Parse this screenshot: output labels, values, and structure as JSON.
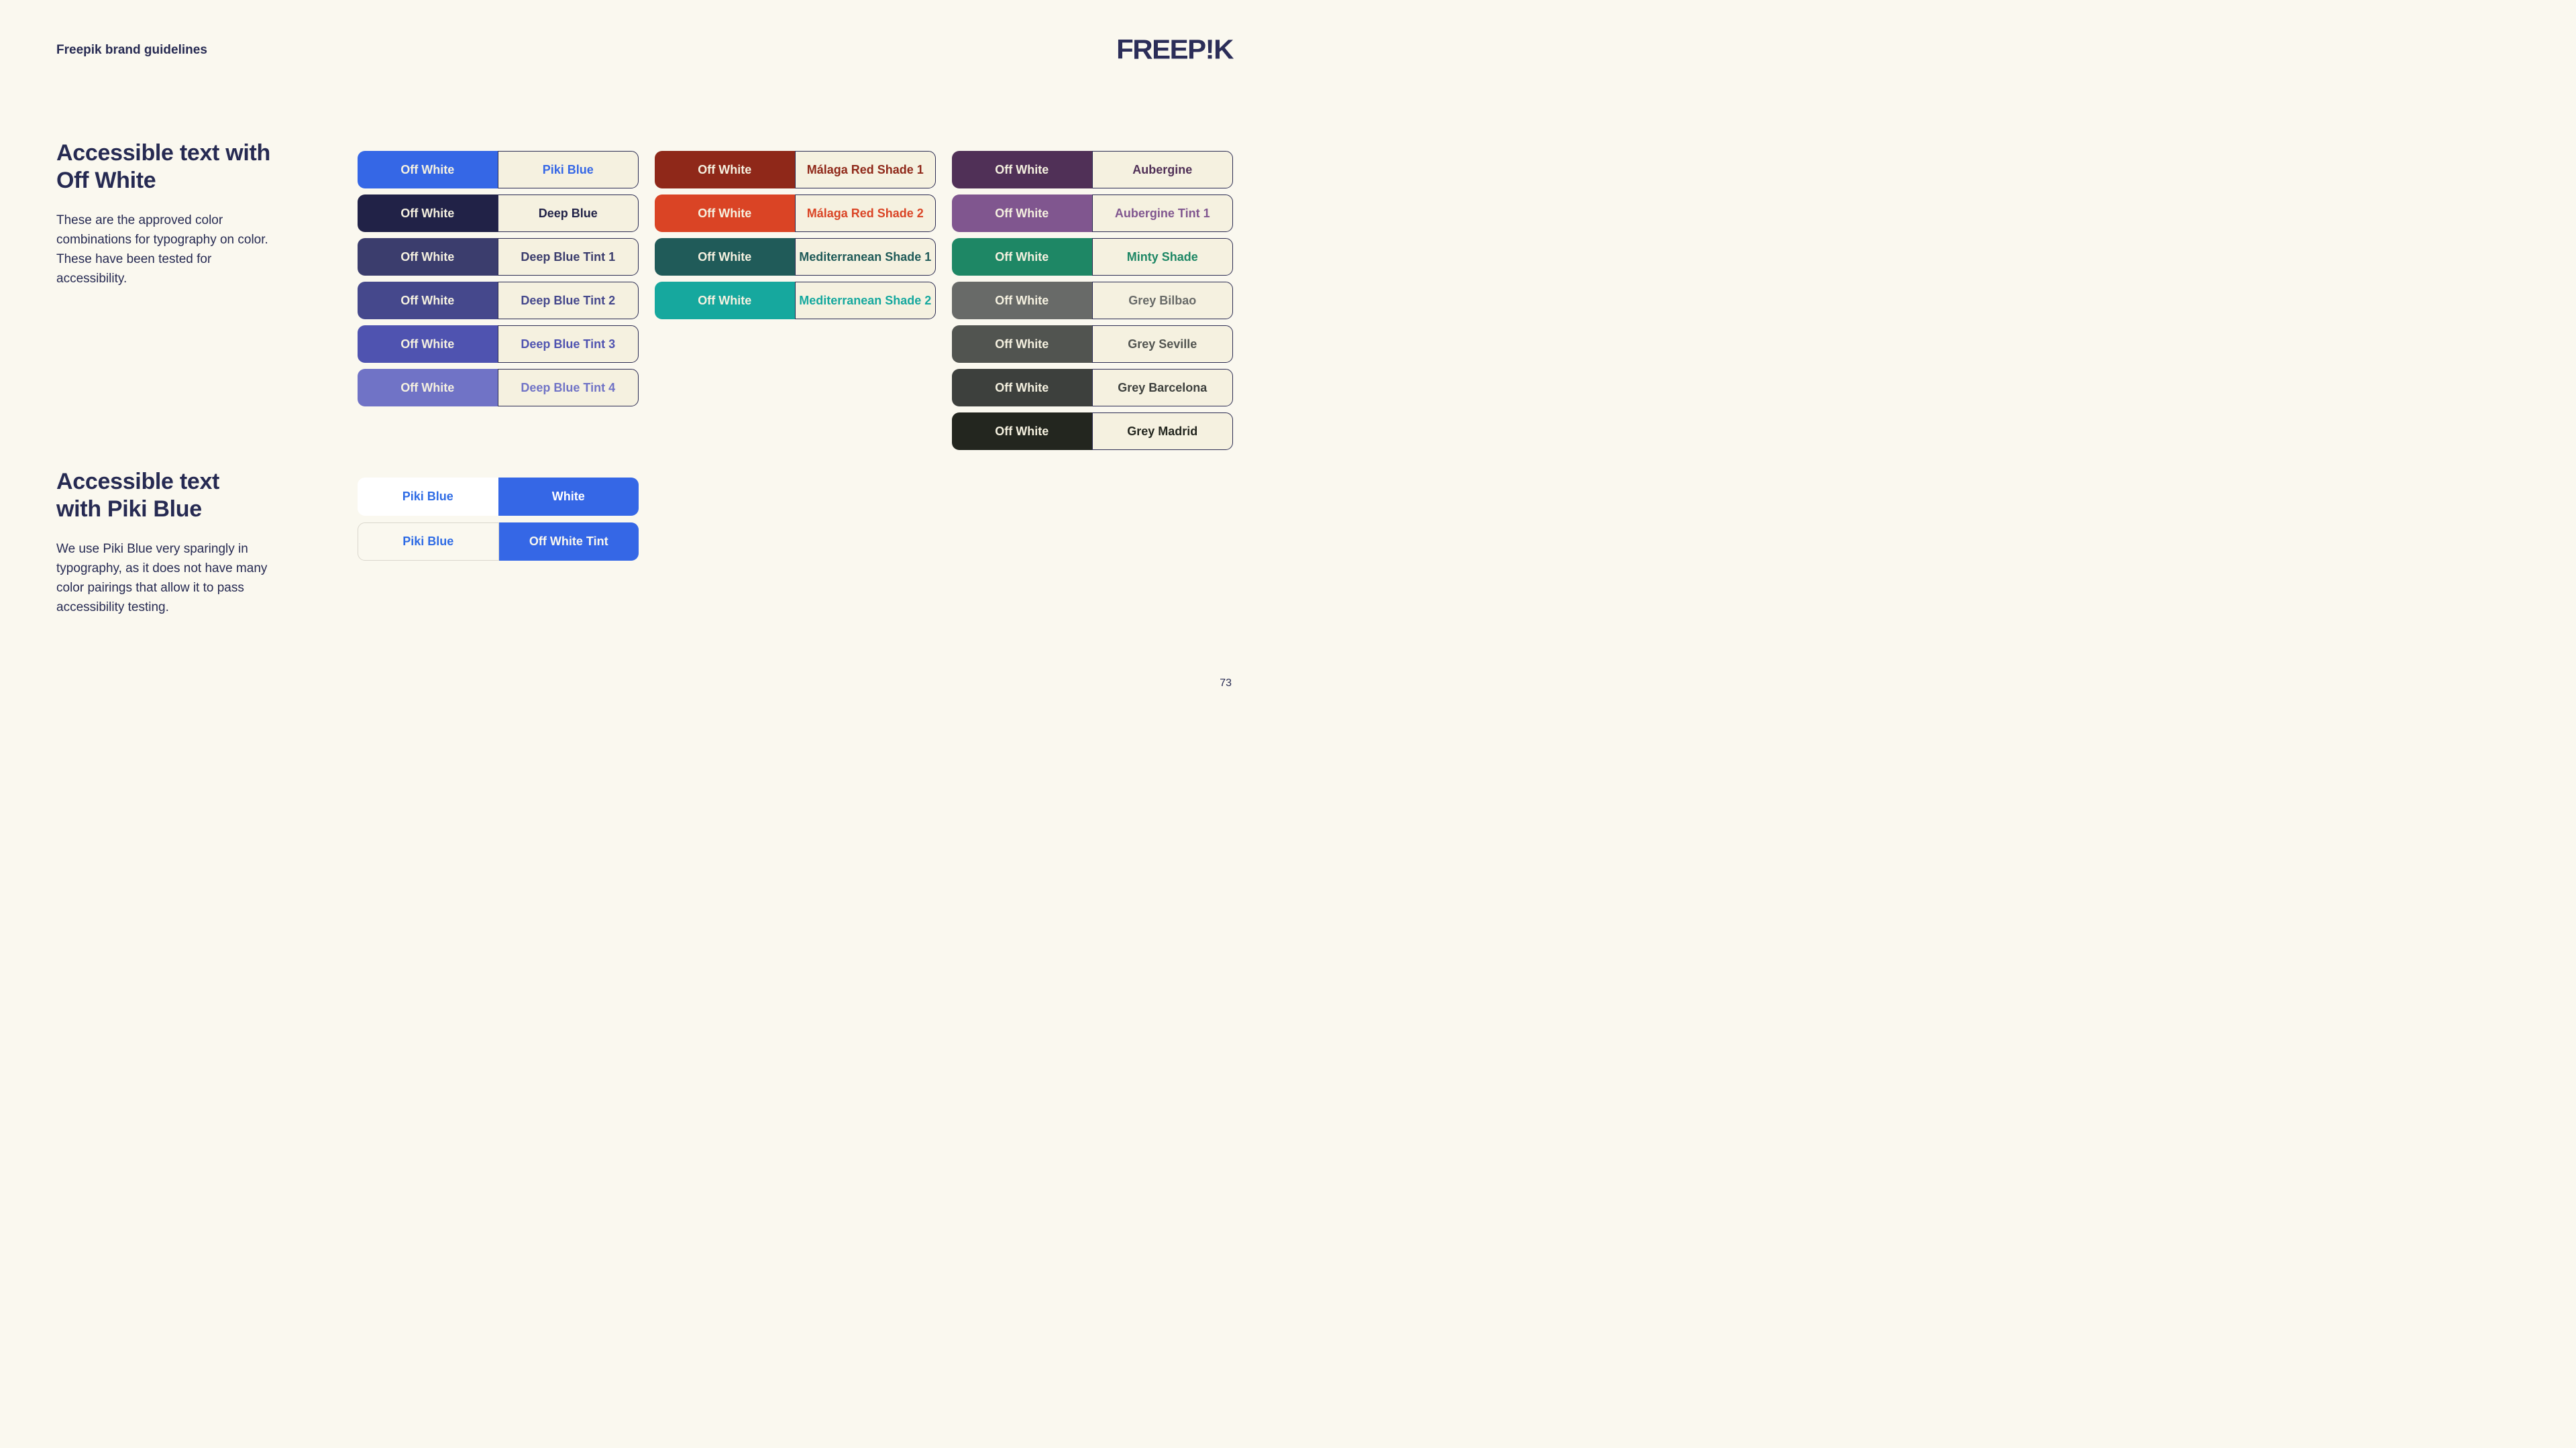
{
  "page": {
    "background": "#FAF8EF",
    "header_title": "Freepik brand guidelines",
    "logo_text": "FREEP!K",
    "page_number": "73"
  },
  "colors": {
    "off_white": "#F5F1E0",
    "off_white_tint": "#FAF8EF",
    "white": "#FFFFFF",
    "piki_blue": "#3567E6",
    "deep_blue": "#212247",
    "navy_border": "#2B2B52",
    "light_border": "#DAD7CD"
  },
  "sections": [
    {
      "heading": "Accessible text with\nOff White",
      "body": "These are the approved color combinations for typography on color. These have been tested for accessibility.",
      "columns": [
        [
          {
            "name": "piki-blue",
            "left_label": "Off White",
            "left_bg": "#3567E6",
            "left_fg": "#F5F1E0",
            "right_label": "Piki Blue",
            "right_bg": "#F5F1E0",
            "right_fg": "#3567E6",
            "right_border": "#2B2B52"
          },
          {
            "name": "deep-blue",
            "left_label": "Off White",
            "left_bg": "#212247",
            "left_fg": "#F5F1E0",
            "right_label": "Deep Blue",
            "right_bg": "#F5F1E0",
            "right_fg": "#212247",
            "right_border": "#2B2B52"
          },
          {
            "name": "deep-blue-tint-1",
            "left_label": "Off White",
            "left_bg": "#3B3D6D",
            "left_fg": "#F5F1E0",
            "right_label": "Deep Blue Tint 1",
            "right_bg": "#F5F1E0",
            "right_fg": "#3B3D6D",
            "right_border": "#2B2B52"
          },
          {
            "name": "deep-blue-tint-2",
            "left_label": "Off White",
            "left_bg": "#45488C",
            "left_fg": "#F5F1E0",
            "right_label": "Deep Blue Tint 2",
            "right_bg": "#F5F1E0",
            "right_fg": "#45488C",
            "right_border": "#2B2B52"
          },
          {
            "name": "deep-blue-tint-3",
            "left_label": "Off White",
            "left_bg": "#4F53B0",
            "left_fg": "#F5F1E0",
            "right_label": "Deep Blue Tint 3",
            "right_bg": "#F5F1E0",
            "right_fg": "#4F53B0",
            "right_border": "#2B2B52"
          },
          {
            "name": "deep-blue-tint-4",
            "left_label": "Off White",
            "left_bg": "#7073C6",
            "left_fg": "#F5F1E0",
            "right_label": "Deep Blue Tint 4",
            "right_bg": "#F5F1E0",
            "right_fg": "#7073C6",
            "right_border": "#2B2B52"
          }
        ],
        [
          {
            "name": "malaga-red-shade-1",
            "left_label": "Off White",
            "left_bg": "#8F2819",
            "left_fg": "#F5F1E0",
            "right_label": "Málaga Red Shade 1",
            "right_bg": "#F5F1E0",
            "right_fg": "#8F2819",
            "right_border": "#2B2B52"
          },
          {
            "name": "malaga-red-shade-2",
            "left_label": "Off White",
            "left_bg": "#DA4425",
            "left_fg": "#F5F1E0",
            "right_label": "Málaga Red Shade 2",
            "right_bg": "#F5F1E0",
            "right_fg": "#DA4425",
            "right_border": "#2B2B52"
          },
          {
            "name": "mediterranean-shade-1",
            "left_label": "Off White",
            "left_bg": "#205B59",
            "left_fg": "#F5F1E0",
            "right_label": "Mediterranean Shade 1",
            "right_bg": "#F5F1E0",
            "right_fg": "#205B59",
            "right_border": "#2B2B52"
          },
          {
            "name": "mediterranean-shade-2",
            "left_label": "Off White",
            "left_bg": "#16A89E",
            "left_fg": "#F5F1E0",
            "right_label": "Mediterranean Shade 2",
            "right_bg": "#F5F1E0",
            "right_fg": "#16A89E",
            "right_border": "#2B2B52"
          }
        ],
        [
          {
            "name": "aubergine",
            "left_label": "Off White",
            "left_bg": "#503057",
            "left_fg": "#F5F1E0",
            "right_label": "Aubergine",
            "right_bg": "#F5F1E0",
            "right_fg": "#503057",
            "right_border": "#2B2B52"
          },
          {
            "name": "aubergine-tint-1",
            "left_label": "Off White",
            "left_bg": "#80568F",
            "left_fg": "#F5F1E0",
            "right_label": "Aubergine Tint 1",
            "right_bg": "#F5F1E0",
            "right_fg": "#80568F",
            "right_border": "#2B2B52"
          },
          {
            "name": "minty-shade",
            "left_label": "Off White",
            "left_bg": "#1E8765",
            "left_fg": "#F5F1E0",
            "right_label": "Minty Shade",
            "right_bg": "#F5F1E0",
            "right_fg": "#1E8765",
            "right_border": "#2B2B52"
          },
          {
            "name": "grey-bilbao",
            "left_label": "Off White",
            "left_bg": "#686A68",
            "left_fg": "#F5F1E0",
            "right_label": "Grey Bilbao",
            "right_bg": "#F5F1E0",
            "right_fg": "#686A68",
            "right_border": "#2B2B52"
          },
          {
            "name": "grey-seville",
            "left_label": "Off White",
            "left_bg": "#515450",
            "left_fg": "#F5F1E0",
            "right_label": "Grey Seville",
            "right_bg": "#F5F1E0",
            "right_fg": "#515450",
            "right_border": "#2B2B52"
          },
          {
            "name": "grey-barcelona",
            "left_label": "Off White",
            "left_bg": "#3D403D",
            "left_fg": "#F5F1E0",
            "right_label": "Grey Barcelona",
            "right_bg": "#F5F1E0",
            "right_fg": "#3D403D",
            "right_border": "#2B2B52"
          },
          {
            "name": "grey-madrid",
            "left_label": "Off White",
            "left_bg": "#23261F",
            "left_fg": "#F5F1E0",
            "right_label": "Grey Madrid",
            "right_bg": "#F5F1E0",
            "right_fg": "#23261F",
            "right_border": "#2B2B52"
          }
        ]
      ]
    },
    {
      "heading": "Accessible text\nwith Piki Blue",
      "body": "We use Piki Blue very sparingly in typography, as it does not have many color pairings that allow it to pass accessibility testing.",
      "columns": [
        [
          {
            "name": "piki-on-white",
            "left_label": "Piki Blue",
            "left_bg": "#FFFFFF",
            "left_fg": "#2E6BE5",
            "right_label": "White",
            "right_bg": "#3567E6",
            "right_fg": "#FFFFFF"
          },
          {
            "name": "piki-on-off-white-tint",
            "left_label": "Piki Blue",
            "left_bg": "#FAF8EF",
            "left_fg": "#2E6BE5",
            "left_border": "#DAD7CD",
            "right_label": "Off White Tint",
            "right_bg": "#3567E6",
            "right_fg": "#FAF8EF"
          }
        ]
      ]
    }
  ]
}
